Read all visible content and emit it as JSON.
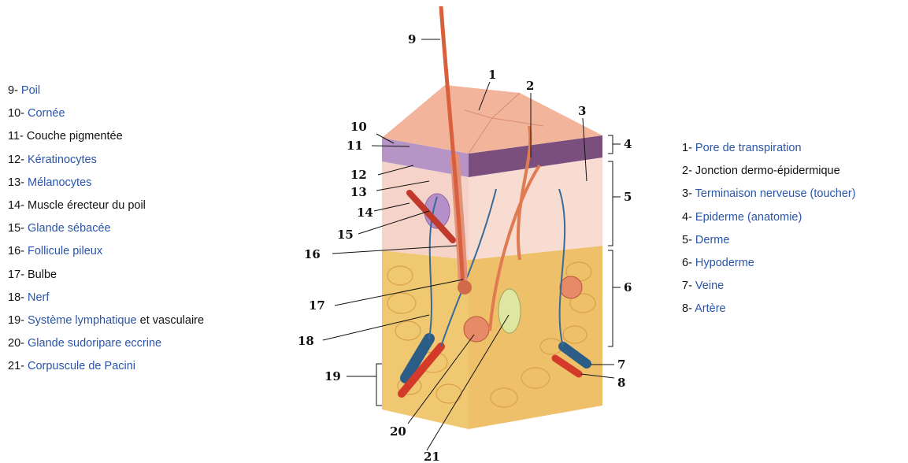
{
  "legend_left": [
    {
      "num": "9-",
      "parts": [
        {
          "text": "Poil",
          "link": true
        }
      ]
    },
    {
      "num": "10-",
      "parts": [
        {
          "text": "Cornée",
          "link": true
        }
      ]
    },
    {
      "num": "11-",
      "parts": [
        {
          "text": "Couche pigmentée",
          "link": false
        }
      ]
    },
    {
      "num": "12-",
      "parts": [
        {
          "text": "Kératinocytes",
          "link": true
        }
      ]
    },
    {
      "num": "13-",
      "parts": [
        {
          "text": "Mélanocytes",
          "link": true
        }
      ]
    },
    {
      "num": "14-",
      "parts": [
        {
          "text": "Muscle érecteur du poil",
          "link": false
        }
      ]
    },
    {
      "num": "15-",
      "parts": [
        {
          "text": "Glande sébacée",
          "link": true
        }
      ]
    },
    {
      "num": "16-",
      "parts": [
        {
          "text": "Follicule pileux",
          "link": true
        }
      ]
    },
    {
      "num": "17-",
      "parts": [
        {
          "text": "Bulbe",
          "link": false
        }
      ]
    },
    {
      "num": "18-",
      "parts": [
        {
          "text": "Nerf",
          "link": true
        }
      ]
    },
    {
      "num": "19-",
      "parts": [
        {
          "text": "Système lymphatique",
          "link": true
        },
        {
          "text": " et vasculaire",
          "link": false
        }
      ]
    },
    {
      "num": "20-",
      "parts": [
        {
          "text": "Glande sudoripare eccrine",
          "link": true
        }
      ]
    },
    {
      "num": "21-",
      "parts": [
        {
          "text": "Corpuscule de Pacini",
          "link": true
        }
      ]
    }
  ],
  "legend_right": [
    {
      "num": "1-",
      "parts": [
        {
          "text": "Pore de transpiration",
          "link": true
        }
      ]
    },
    {
      "num": "2-",
      "parts": [
        {
          "text": "Jonction dermo-épidermique",
          "link": false
        }
      ]
    },
    {
      "num": "3-",
      "parts": [
        {
          "text": "Terminaison nerveuse (toucher)",
          "link": true
        }
      ]
    },
    {
      "num": "4-",
      "parts": [
        {
          "text": "Epiderme (anatomie)",
          "link": true
        }
      ]
    },
    {
      "num": "5-",
      "parts": [
        {
          "text": "Derme",
          "link": true
        }
      ]
    },
    {
      "num": "6-",
      "parts": [
        {
          "text": "Hypoderme",
          "link": true
        }
      ]
    },
    {
      "num": "7-",
      "parts": [
        {
          "text": "Veine",
          "link": true
        }
      ]
    },
    {
      "num": "8-",
      "parts": [
        {
          "text": "Artère",
          "link": true
        }
      ]
    }
  ],
  "figure_numbers": [
    "1",
    "2",
    "3",
    "4",
    "5",
    "6",
    "7",
    "8",
    "9",
    "10",
    "11",
    "12",
    "13",
    "14",
    "15",
    "16",
    "17",
    "18",
    "19",
    "20",
    "21"
  ],
  "colors": {
    "link": "#2a55a8",
    "text": "#111111",
    "skin": "#f2b49a",
    "epidermis_purple": "#b695c6",
    "fat": "#f0c872",
    "vein": "#2c5d86",
    "artery": "#d33a2a",
    "hair": "#d9603c"
  }
}
